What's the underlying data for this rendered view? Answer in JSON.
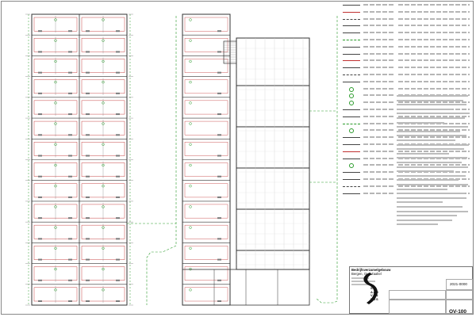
{
  "colors": {
    "wall": "#333333",
    "secondary": "#7a7a7a",
    "red_lines": "#c03030",
    "green_lines": "#2a9a2a"
  },
  "icons": {
    "logo": "stylized-s-logo-icon",
    "north_arrow": "north-arrow-icon"
  },
  "legend": {
    "items": [
      {
        "symbol": "solid"
      },
      {
        "symbol": "red"
      },
      {
        "symbol": "dash"
      },
      {
        "symbol": "solid"
      },
      {
        "symbol": "solid"
      },
      {
        "symbol": "green"
      },
      {
        "symbol": "solid"
      },
      {
        "symbol": "solid"
      },
      {
        "symbol": "red"
      },
      {
        "symbol": "solid"
      },
      {
        "symbol": "dash"
      },
      {
        "symbol": "solid"
      },
      {
        "symbol": "dot"
      },
      {
        "symbol": "dot"
      },
      {
        "symbol": "dot"
      },
      {
        "symbol": "solid"
      },
      {
        "symbol": "solid"
      },
      {
        "symbol": "green"
      },
      {
        "symbol": "dot"
      },
      {
        "symbol": "solid"
      },
      {
        "symbol": "solid"
      },
      {
        "symbol": "red"
      },
      {
        "symbol": "solid"
      },
      {
        "symbol": "dot"
      },
      {
        "symbol": "solid"
      },
      {
        "symbol": "solid"
      },
      {
        "symbol": "dash"
      },
      {
        "symbol": "solid"
      }
    ]
  },
  "title_block": {
    "project_name": "Bedrijfsverzamelgebouw",
    "project_location": "Bergen, Oud-Zaaltel",
    "logo_text": [
      "S",
      "AAR",
      "VAN",
      "BUS"
    ],
    "drawing_number": "2021-0000",
    "sheet_number": "OV-100"
  }
}
